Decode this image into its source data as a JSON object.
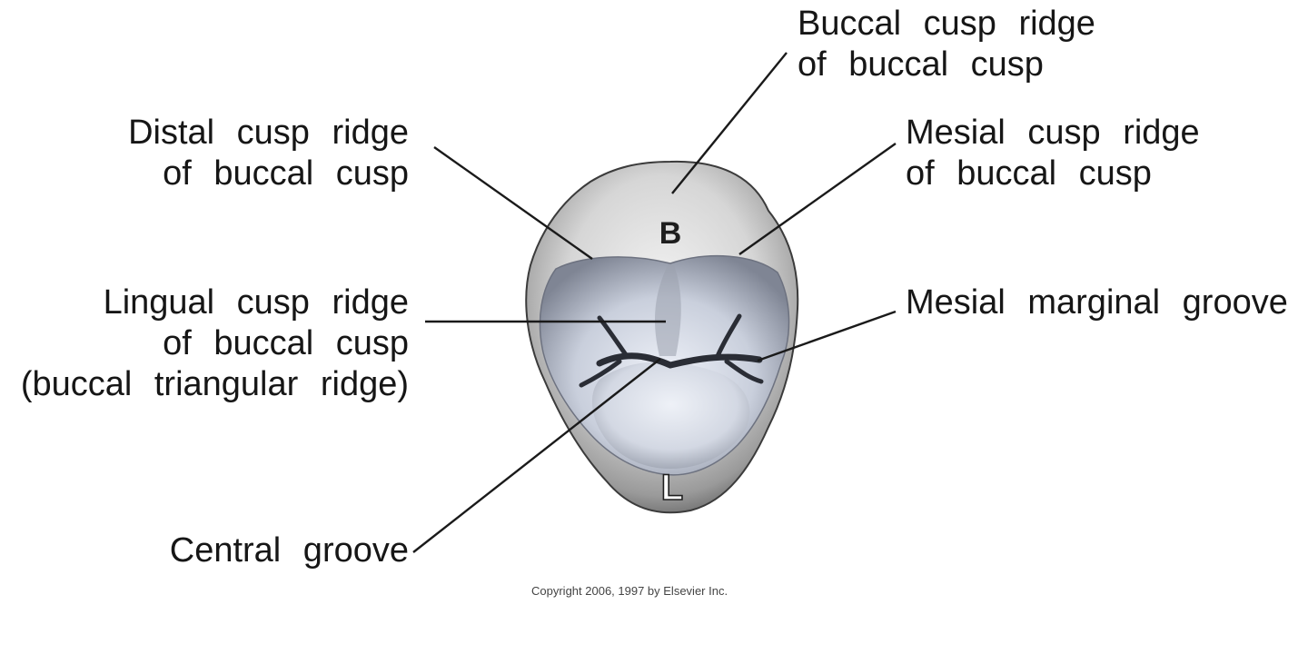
{
  "labels": {
    "buccal_cusp_ridge": [
      "Buccal cusp ridge",
      "of buccal cusp"
    ],
    "distal_cusp_ridge": [
      "Distal cusp ridge",
      "of buccal cusp"
    ],
    "mesial_cusp_ridge": [
      "Mesial cusp ridge",
      "of buccal cusp"
    ],
    "lingual_cusp_ridge": [
      "Lingual cusp ridge",
      "of buccal cusp",
      "(buccal triangular ridge)"
    ],
    "mesial_marginal_groove": [
      "Mesial marginal groove"
    ],
    "central_groove": [
      "Central groove"
    ]
  },
  "tooth": {
    "buccal_letter": "B",
    "lingual_letter": "L"
  },
  "copyright": "Copyright 2006, 1997 by Elsevier Inc."
}
